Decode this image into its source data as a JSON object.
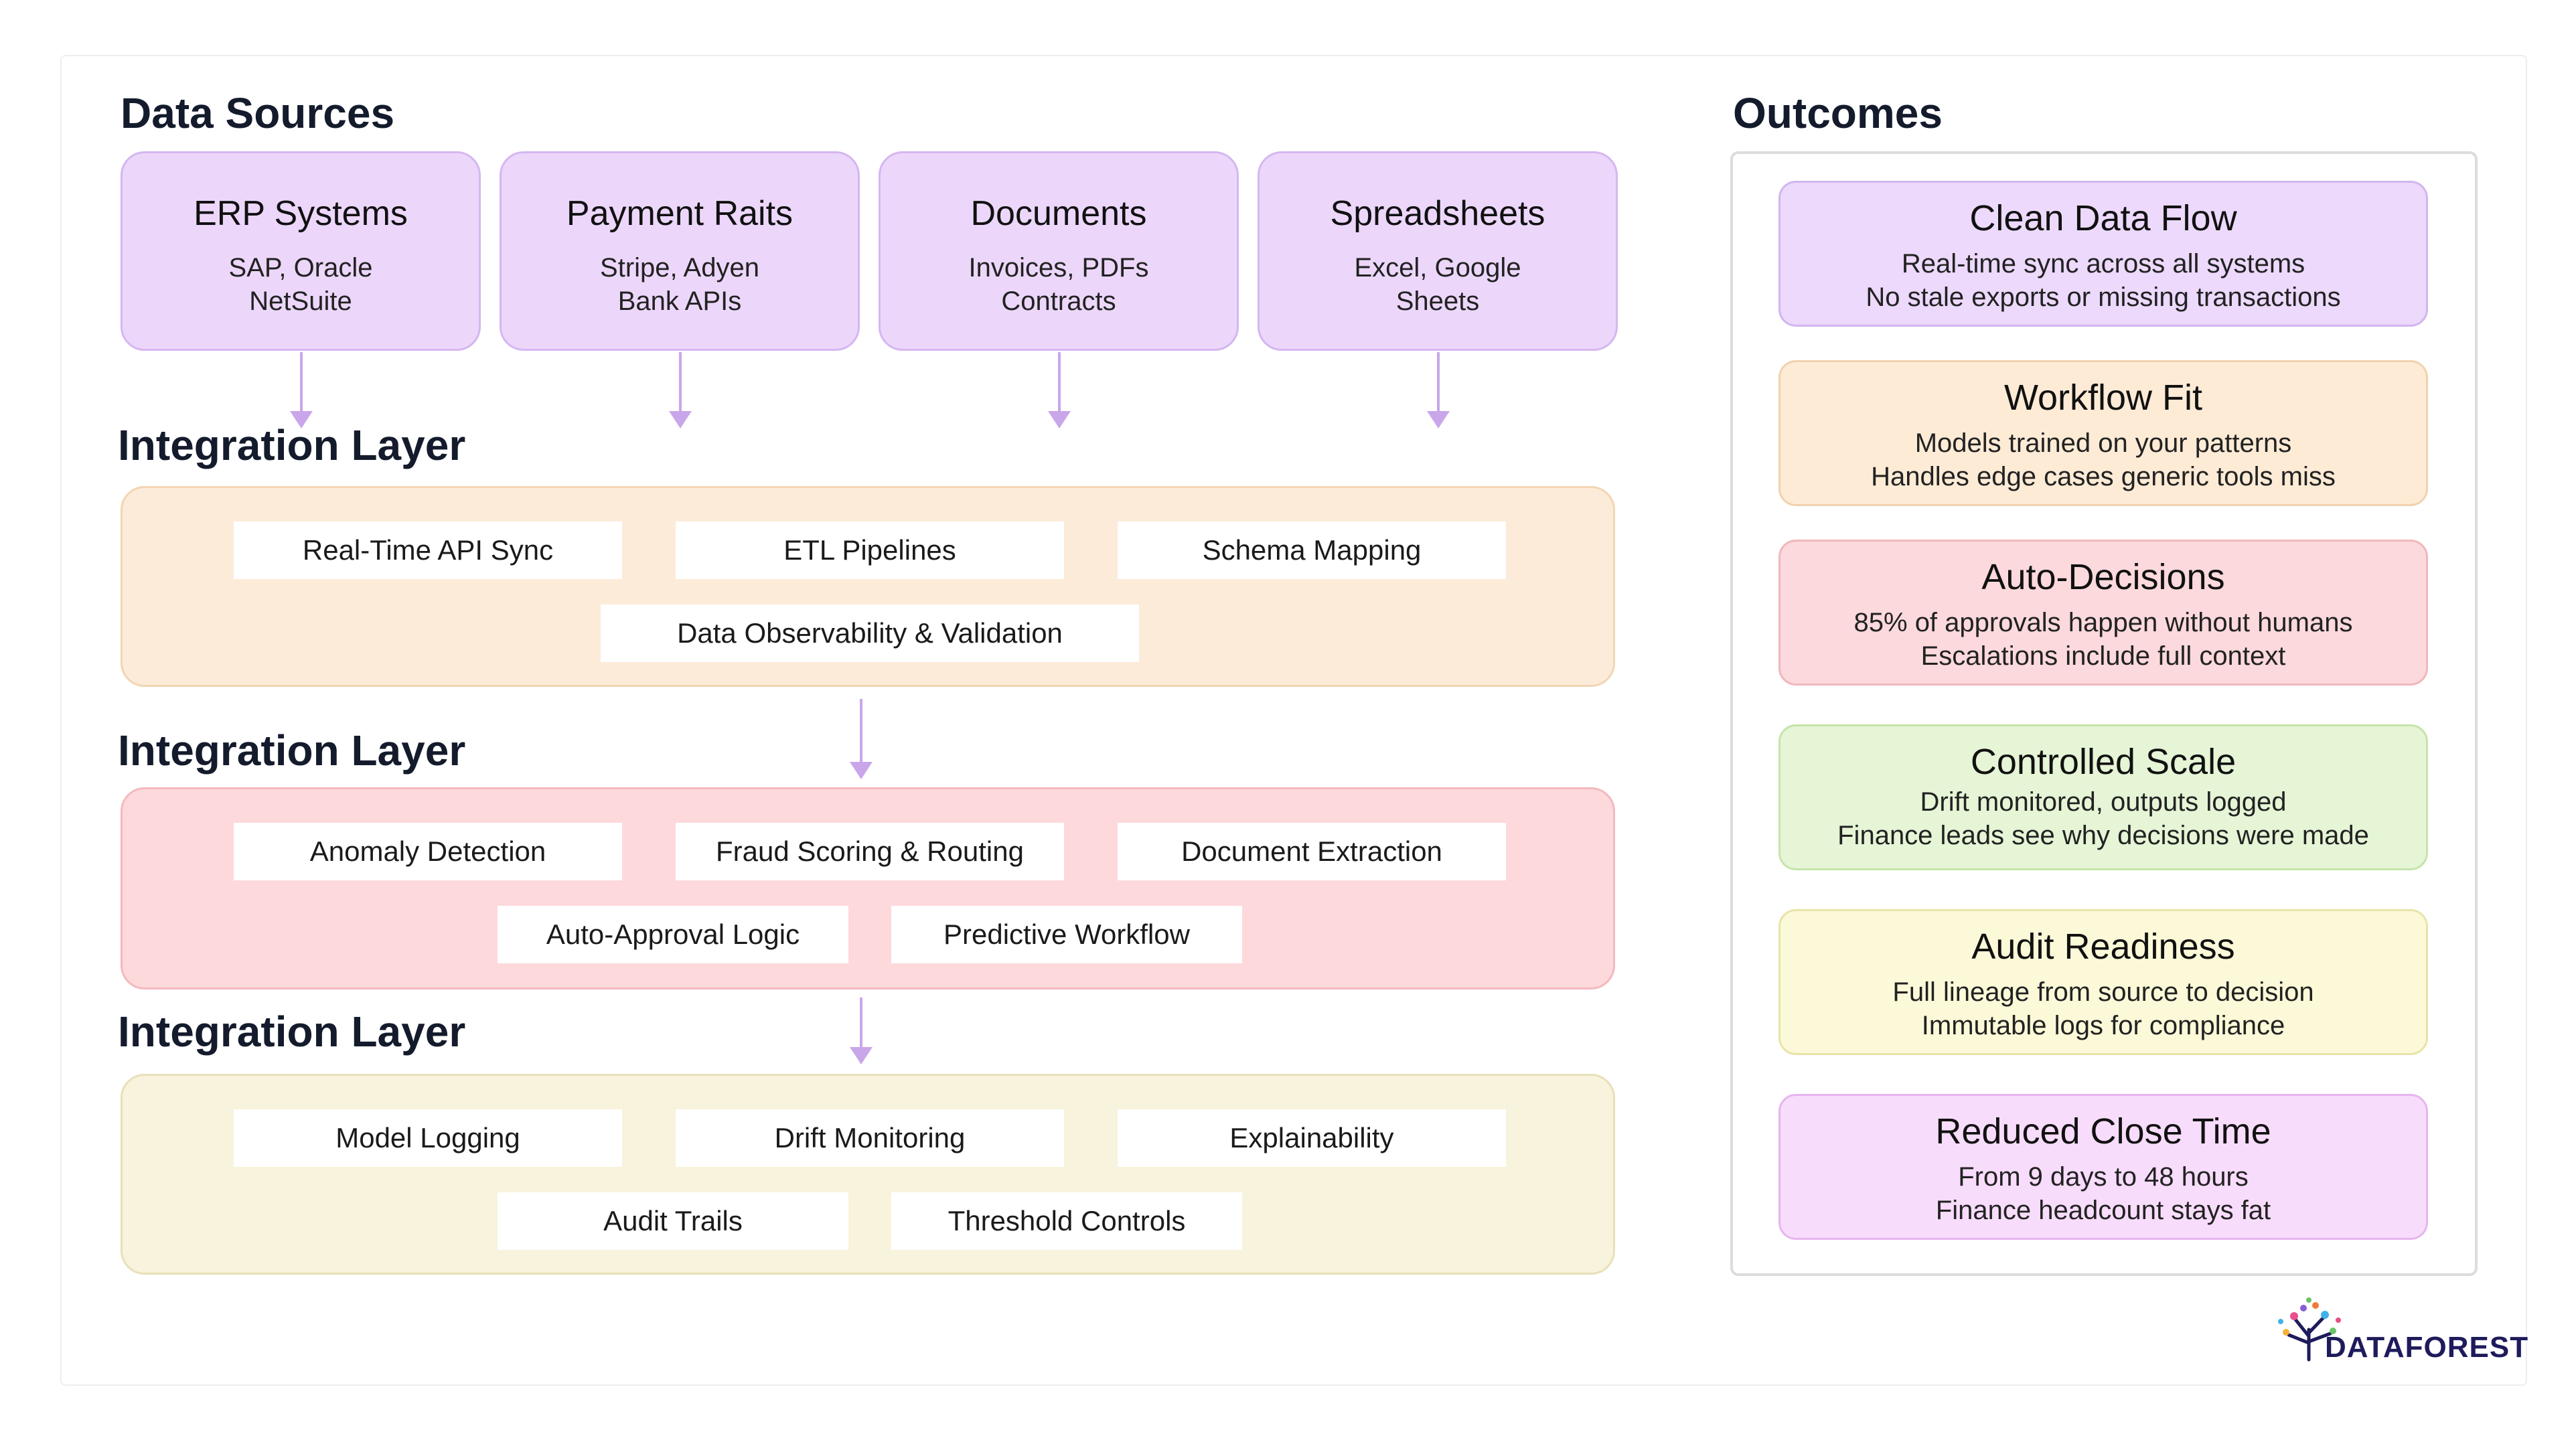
{
  "headings": {
    "sources": "Data Sources",
    "layer1": "Integration Layer",
    "layer2": "Integration Layer",
    "layer3": "Integration Layer",
    "outcomes": "Outcomes"
  },
  "sources": [
    {
      "title": "ERP Systems",
      "line1": "SAP, Oracle",
      "line2": "NetSuite"
    },
    {
      "title": "Payment Raits",
      "line1": "Stripe, Adyen",
      "line2": "Bank APIs"
    },
    {
      "title": "Documents",
      "line1": "Invoices, PDFs",
      "line2": "Contracts"
    },
    {
      "title": "Spreadsheets",
      "line1": "Excel, Google",
      "line2": "Sheets"
    }
  ],
  "layers": [
    {
      "items": [
        "Real-Time API Sync",
        "ETL Pipelines",
        "Schema Mapping",
        "Data Observability & Validation"
      ],
      "color": "#fdebd9"
    },
    {
      "items": [
        "Anomaly Detection",
        "Fraud Scoring & Routing",
        "Document Extraction",
        "Auto-Approval Logic",
        "Predictive Workflow"
      ],
      "color": "#fdd9dc"
    },
    {
      "items": [
        "Model Logging",
        "Drift Monitoring",
        "Explainability",
        "Audit Trails",
        "Threshold Controls"
      ],
      "color": "#f8f3dc"
    }
  ],
  "outcomes": [
    {
      "title": "Clean Data Flow",
      "line1": "Real-time sync across all systems",
      "line2": "No stale exports or missing transactions",
      "color": "#ecd9fb"
    },
    {
      "title": "Workflow Fit",
      "line1": "Models trained on your patterns",
      "line2": "Handles edge cases generic tools miss",
      "color": "#fdebd6"
    },
    {
      "title": "Auto-Decisions",
      "line1": "85% of approvals happen without humans",
      "line2": "Escalations include full context",
      "color": "#fcd9dc"
    },
    {
      "title": "Controlled Scale",
      "line1": "Drift monitored, outputs logged",
      "line2": "Finance leads see why decisions were made",
      "color": "#e5f5d6"
    },
    {
      "title": "Audit Readiness",
      "line1": "Full lineage from source to decision",
      "line2": "Immutable logs for compliance",
      "color": "#fbf9d8"
    },
    {
      "title": "Reduced Close Time",
      "line1": "From 9 days to 48 hours",
      "line2": "Finance headcount stays fat",
      "color": "#f8dcfb"
    }
  ],
  "logo": {
    "text": "DATAFOREST"
  }
}
